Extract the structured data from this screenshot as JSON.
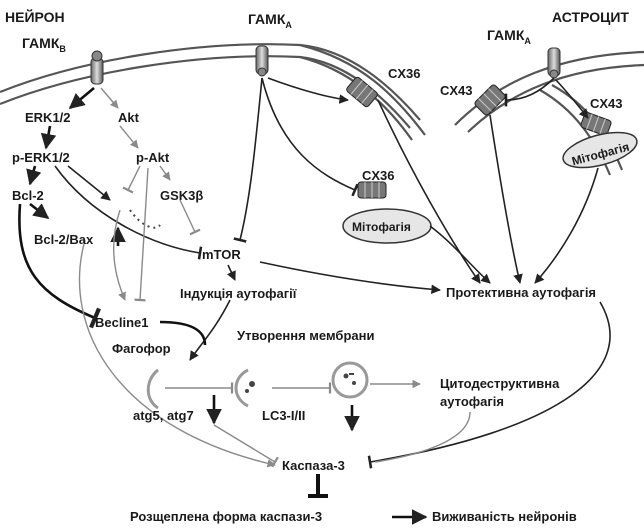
{
  "diagram": {
    "cells": {
      "neuron_line1": "НЕЙРОН",
      "neuron_line2": "ГАМК",
      "neuron_line2_sub": "B",
      "astrocyte": "АСТРОЦИТ"
    },
    "receptors": {
      "gaba_a_1": "ГАМК",
      "gaba_a_1_sub": "A",
      "gaba_a_2": "ГАМК",
      "gaba_a_2_sub": "A"
    },
    "connexins": {
      "cx36_top": "CX36",
      "cx36_mid": "CX36",
      "cx43_left": "CX43",
      "cx43_right": "CX43"
    },
    "mitophagy": {
      "mito_neuron": "Мітофагія",
      "mito_astro": "Мітофагія"
    },
    "signaling": {
      "erk": "ERK1/2",
      "akt": "Akt",
      "p_erk": "p-ERK1/2",
      "p_akt": "p-Akt",
      "bcl2": "Bcl-2",
      "gsk3b": "GSK3β",
      "bcl2_bax": "Bcl-2/Bax",
      "mtor": "mTOR",
      "autophagy_induction": "Індукція аутофагії",
      "protective_autophagy": "Протективна аутофагія",
      "becline1": "Becline1",
      "phagophore": "Фагофор",
      "membrane_formation": "Утворення мембрани",
      "atg": "atg5, atg7",
      "lc3": "LC3-I/II",
      "cytodestructive_1": "Цитодеструктивна",
      "cytodestructive_2": "аутофагія",
      "caspase3": "Каспаза-3",
      "cleaved_caspase3": "Розщеплена форма каспази-3",
      "neuron_survival": "Виживаність нейронів"
    }
  }
}
